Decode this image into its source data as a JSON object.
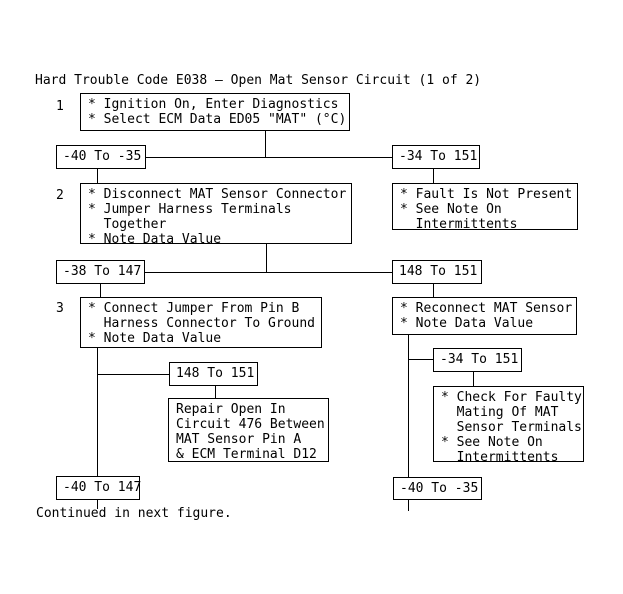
{
  "title": "Hard Trouble Code E038 – Open Mat Sensor Circuit (1 of 2)",
  "footer_note": "Continued in next figure.",
  "colors": {
    "foreground": "#000000",
    "background": "#ffffff"
  },
  "steps": [
    {
      "number": "1",
      "text": "* Ignition On, Enter Diagnostics\n* Select ECM Data ED05 \"MAT\" (°C)"
    },
    {
      "number": "2",
      "text": "* Disconnect MAT Sensor Connector\n* Jumper Harness Terminals\n  Together\n* Note Data Value"
    },
    {
      "number": "3",
      "text": "* Connect Jumper From Pin B\n  Harness Connector To Ground\n* Note Data Value"
    }
  ],
  "results": {
    "fault_not_present": "* Fault Is Not Present\n* See Note On\n  Intermittents",
    "reconnect": "* Reconnect MAT Sensor\n* Note Data Value",
    "repair_open": "Repair Open In\nCircuit 476 Between\nMAT Sensor Pin A\n& ECM Terminal D12",
    "check_mating": "* Check For Faulty\n  Mating Of MAT\n  Sensor Terminals\n* See Note On\n  Intermittents"
  },
  "ranges": {
    "level1_left": "-40 To -35",
    "level1_right": "-34 To 151",
    "level2_left": "-38 To 147",
    "level2_right": "148 To 151",
    "level3_left": "148 To 151",
    "level3_right": "-34 To 151",
    "level4_left": "-40 To 147",
    "level4_right": "-40 To -35"
  }
}
